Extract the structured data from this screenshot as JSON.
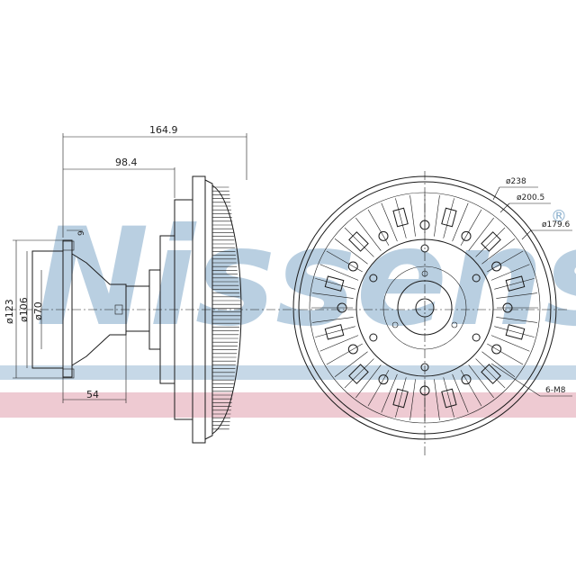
{
  "watermark": {
    "text": "Nissens",
    "registered": "®"
  },
  "colors": {
    "stripe_blue": "#5b8fb9",
    "stripe_pink": "#d98a9c",
    "line": "#1a1a1a"
  },
  "side_view": {
    "dim_overall_length": "164.9",
    "dim_hub_length": "98.4",
    "dim_flange_thickness": "9",
    "dim_flange_diameter": "ø123",
    "dim_bolt_circle": "ø106",
    "dim_pilot_diameter": "ø70",
    "dim_base_length": "54"
  },
  "front_view": {
    "dim_outer_diameter": "ø238",
    "dim_fin_diameter": "ø200.5",
    "dim_body_diameter": "ø179.6",
    "bolt_spec": "6-M8"
  }
}
